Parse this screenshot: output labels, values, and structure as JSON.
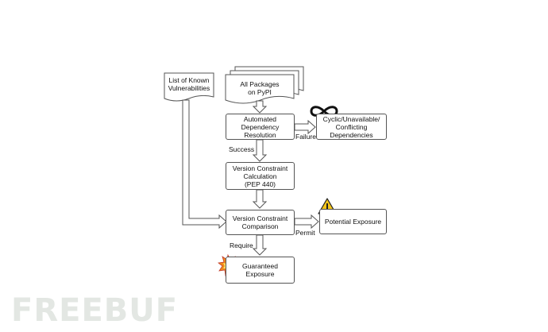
{
  "nodes": {
    "vuln_list": "List of Known\nVulnerabilities",
    "packages": "All Packages\non PyPI",
    "dep_resolution": "Automated\nDependency\nResolution",
    "cyclic": "Cyclic/Unavailable/\nConflicting\nDependencies",
    "constraint_calc": "Version Constraint\nCalculation\n(PEP 440)",
    "constraint_cmp": "Version Constraint\nComparison",
    "potential": "Potential Exposure",
    "guaranteed": "Guaranteed\nExposure"
  },
  "edge_labels": {
    "failure": "Failure",
    "success": "Success",
    "permit": "Permit",
    "require": "Require"
  },
  "icons": [
    "infinity-icon",
    "warning-icon",
    "explosion-icon"
  ],
  "colors": {
    "warning_fill": "#f5c518",
    "explosion_fill": "#f08a1c",
    "watermark": "#e3e7e3"
  },
  "watermark": "FREEBUF"
}
